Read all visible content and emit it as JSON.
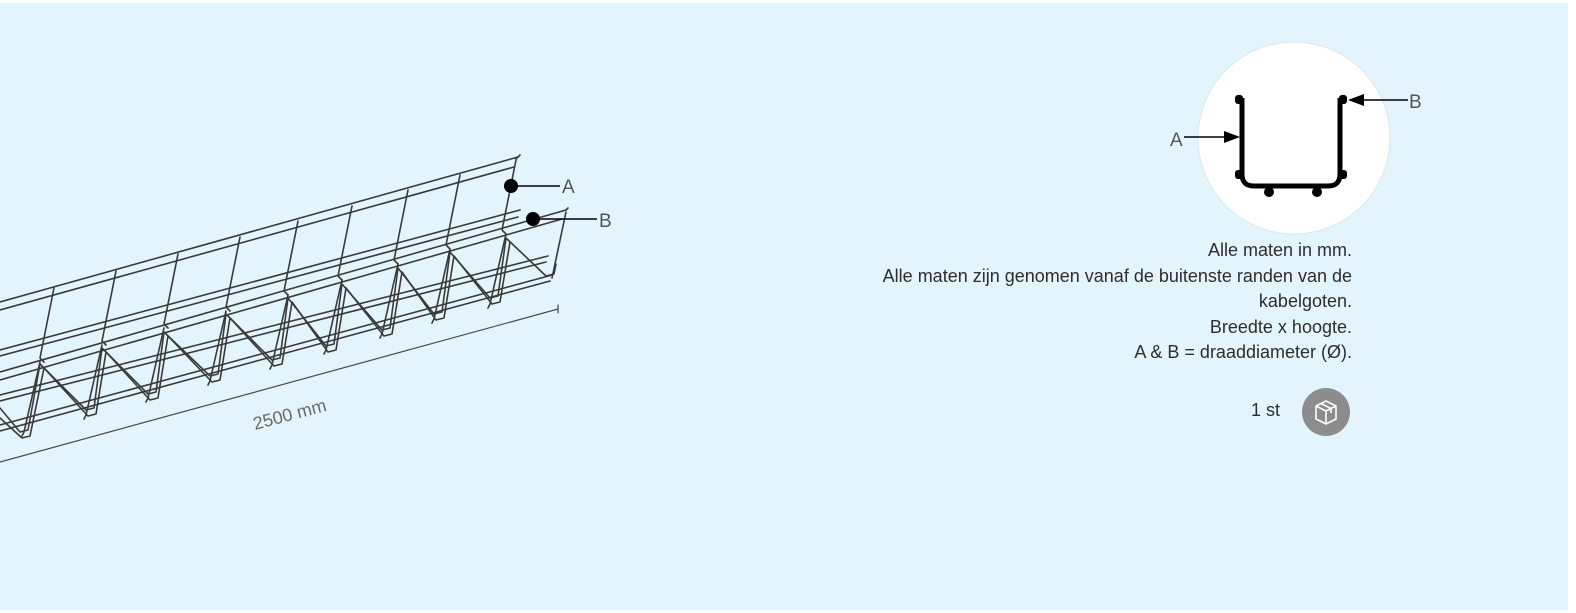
{
  "diagram": {
    "callout_a": "A",
    "callout_b": "B",
    "length_label": "2500 mm"
  },
  "cross_section": {
    "label_a": "A",
    "label_b": "B"
  },
  "notes": {
    "line1": "Alle maten in mm.",
    "line2": "Alle maten zijn genomen vanaf de buitenste randen van de kabelgoten.",
    "line3": "Breedte x hoogte.",
    "line4": "A & B = draaddiameter (Ø)."
  },
  "packaging": {
    "quantity": "1 st",
    "icon": "box-icon"
  },
  "colors": {
    "background": "#e4f4fc",
    "icon_circle": "#8c8c8c",
    "text": "#2d2d2d"
  }
}
